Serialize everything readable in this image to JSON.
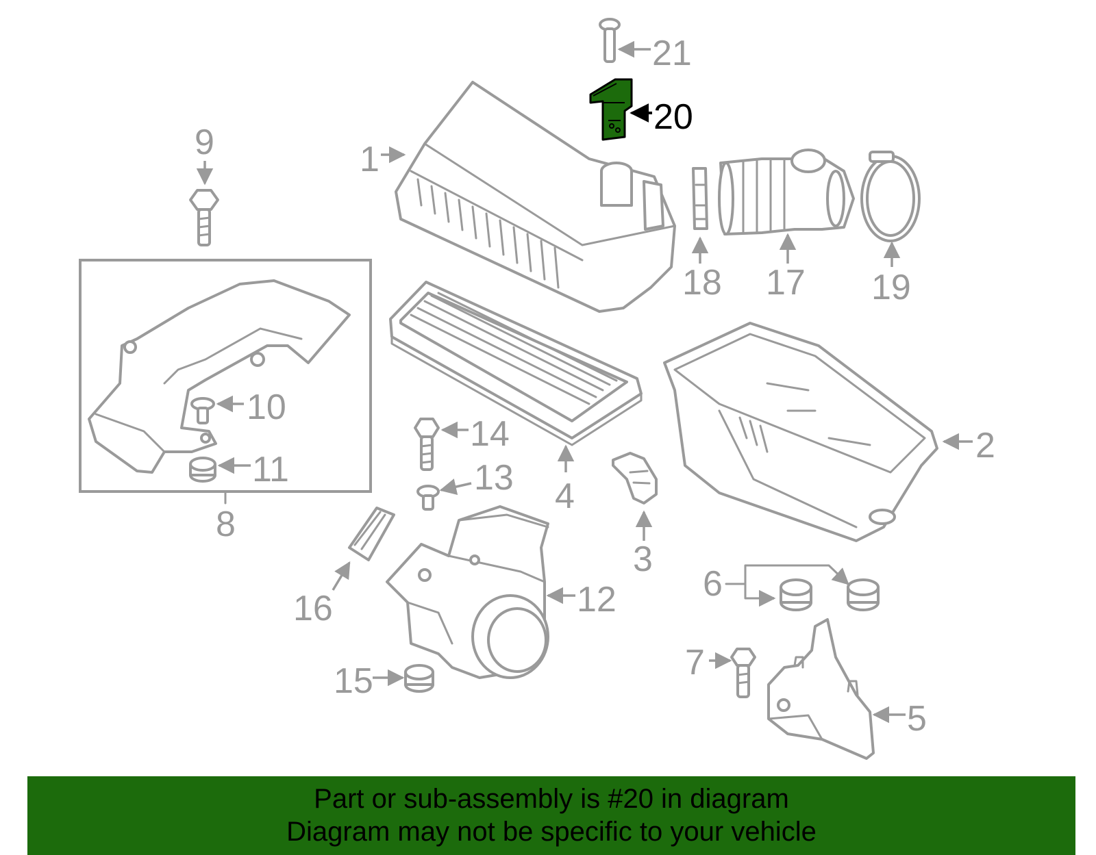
{
  "callouts": {
    "p1": "1",
    "p2": "2",
    "p3": "3",
    "p4": "4",
    "p5": "5",
    "p6": "6",
    "p7": "7",
    "p8": "8",
    "p9": "9",
    "p10": "10",
    "p11": "11",
    "p12": "12",
    "p13": "13",
    "p14": "14",
    "p15": "15",
    "p16": "16",
    "p17": "17",
    "p18": "18",
    "p19": "19",
    "p20": "20",
    "p21": "21"
  },
  "highlight": {
    "part": "20",
    "color": "#1c6b0c"
  },
  "banner": {
    "line1": "Part or sub-assembly is #20 in diagram",
    "line2": "Diagram may not be specific to your vehicle",
    "color": "#1c6b0c"
  }
}
